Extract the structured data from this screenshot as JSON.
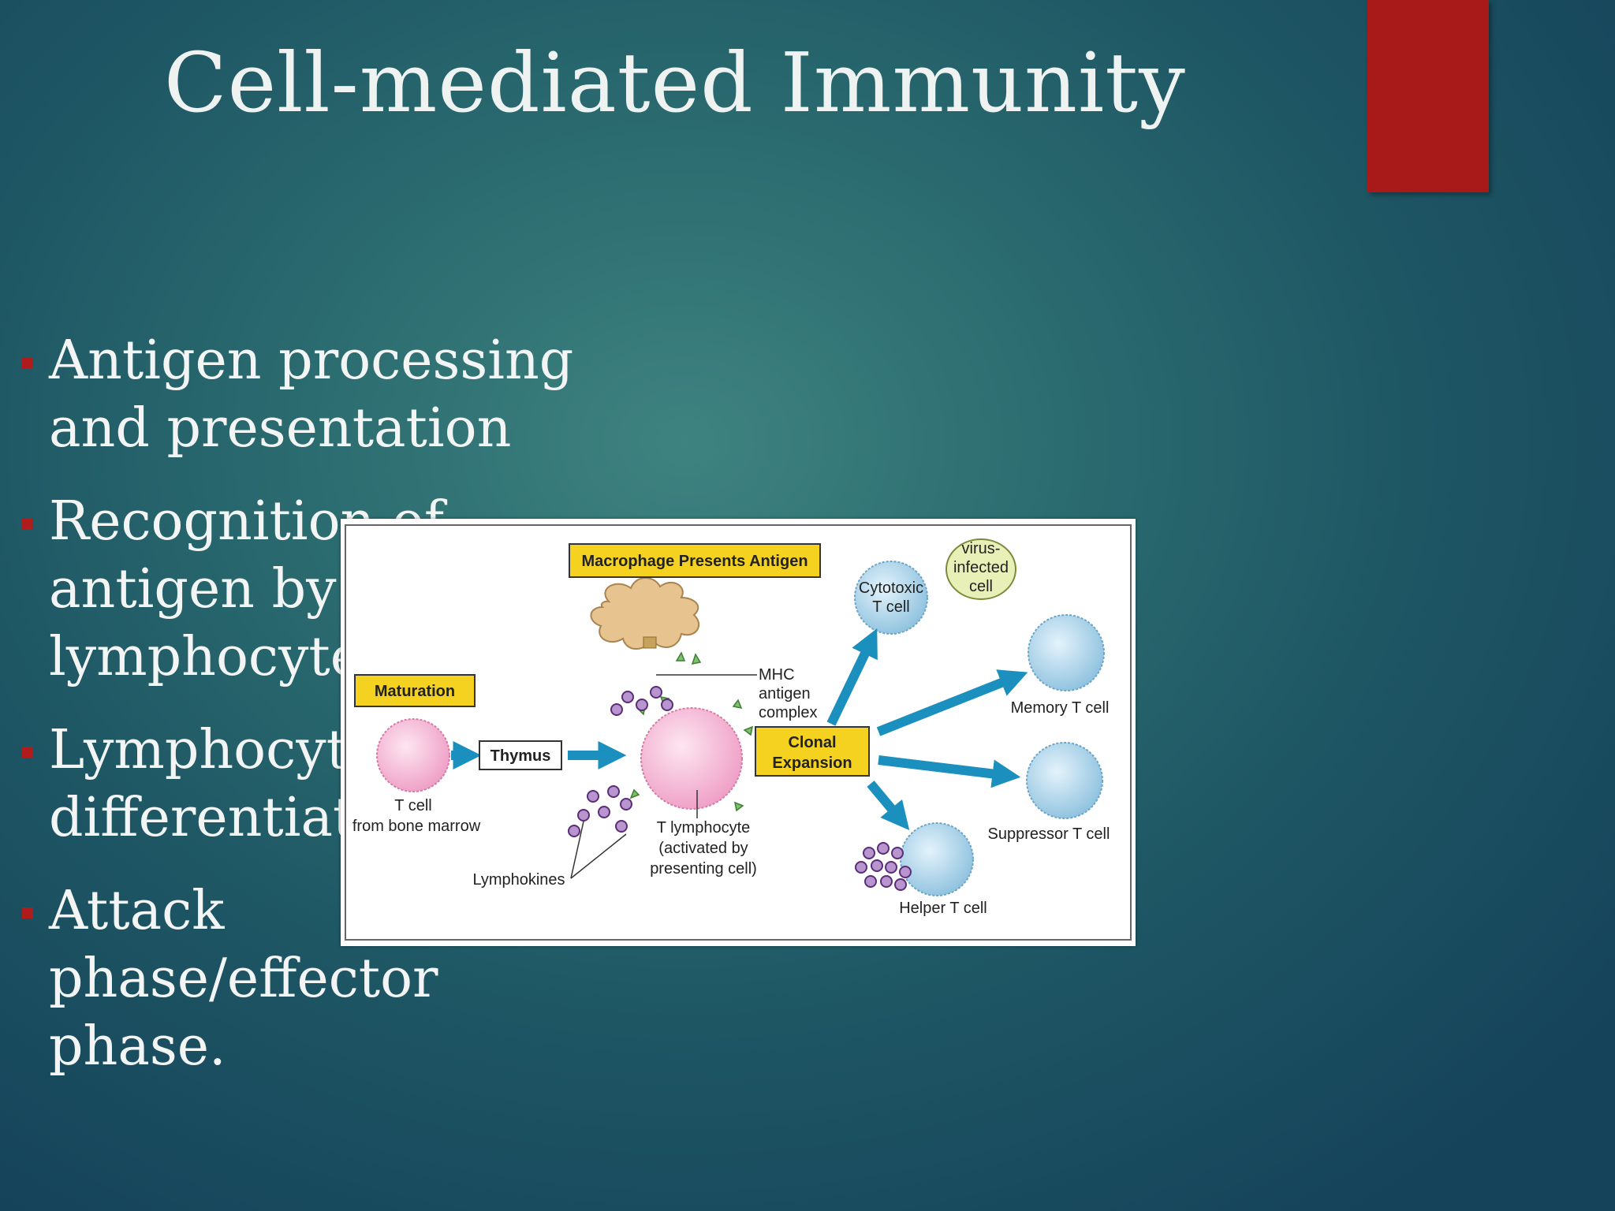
{
  "slide": {
    "title": "Cell-mediated Immunity",
    "bullets": [
      {
        "lines": [
          "Antigen processing",
          "and presentation"
        ]
      },
      {
        "lines": [
          "Recognition of",
          "antigen by",
          "lymphocytes."
        ]
      },
      {
        "lines": [
          "Lymphocyte",
          "differentiation."
        ]
      },
      {
        "lines": [
          "Attack",
          "phase/effector",
          "phase."
        ]
      }
    ]
  },
  "figure": {
    "labels": {
      "macrophage_presents_antigen": "Macrophage Presents Antigen",
      "maturation": "Maturation",
      "thymus": "Thymus",
      "clonal_1": "Clonal",
      "clonal_2": "Expansion",
      "mhc_1": "MHC",
      "mhc_2": "antigen",
      "mhc_3": "complex",
      "t_cell": "T cell",
      "from_bone_marrow": "from bone marrow",
      "t_lymphocyte": "T lymphocyte",
      "activated_by": "(activated by",
      "presenting_cell": "presenting cell)",
      "lymphokines": "Lymphokines",
      "cytotoxic_1": "Cytotoxic",
      "cytotoxic_2": "T cell",
      "virus_1": "virus-",
      "virus_2": "infected",
      "virus_3": "cell",
      "memory_t_cell": "Memory T cell",
      "suppressor_t_cell": "Suppressor T cell",
      "helper_t_cell": "Helper T cell"
    },
    "colors": {
      "label_box": "#f5d21f",
      "arrow": "#1b8fbd",
      "t_cell_pink": "#f6b9d7",
      "t_cell_blue": "#a9d3ea",
      "macrophage": "#e7c48f",
      "dots": "#8c5fa6",
      "virus_cell": "#e8f0b8"
    }
  }
}
